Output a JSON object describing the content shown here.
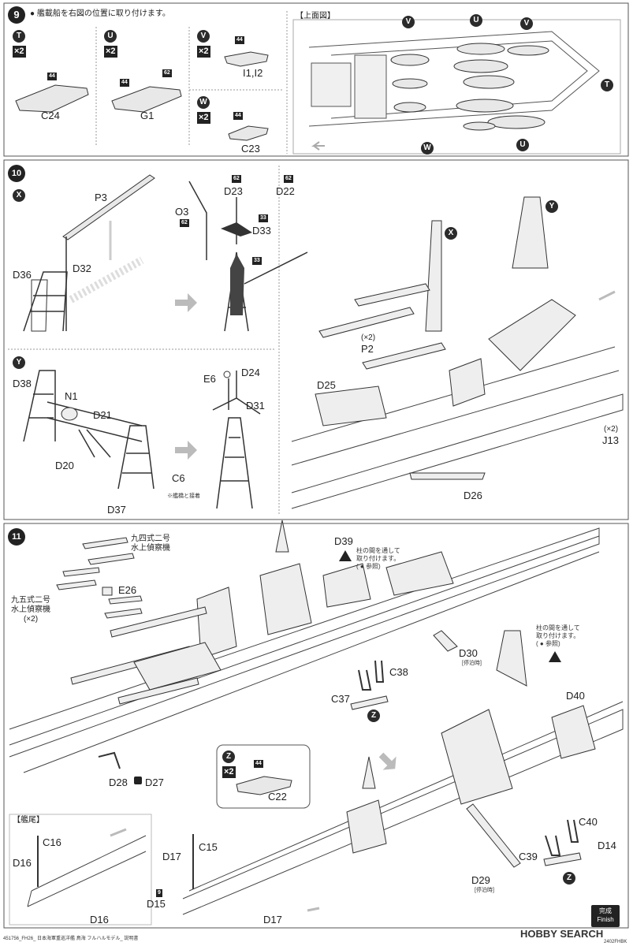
{
  "step9": {
    "number": "9",
    "instruction": "艦載船を右図の位置に取り付けます。",
    "top_view_label": "【上面図】",
    "parts": [
      {
        "marker": "T",
        "qty": "×2",
        "num": "44",
        "name": "C24"
      },
      {
        "marker": "U",
        "qty": "×2",
        "num1": "44",
        "num2": "62",
        "name": "G1"
      },
      {
        "marker": "V",
        "qty": "×2",
        "num": "44",
        "name": "I1,I2"
      },
      {
        "marker": "W",
        "qty": "×2",
        "num": "44",
        "name": "C23"
      }
    ],
    "callouts": [
      "V",
      "U",
      "V",
      "T",
      "W",
      "U"
    ]
  },
  "step10": {
    "number": "10",
    "sub_x": "X",
    "sub_y": "Y",
    "labels": {
      "p3": "P3",
      "d32": "D32",
      "d36": "D36",
      "o3": "O3",
      "o3_num": "62",
      "d23": "D23",
      "d23_num": "62",
      "d22": "D22",
      "d22_num": "62",
      "d33": "D33",
      "d33_num": "33",
      "n33": "33",
      "d38": "D38",
      "n1": "N1",
      "d21": "D21",
      "d20": "D20",
      "d37": "D37",
      "e6": "E6",
      "d24": "D24",
      "d31": "D31",
      "c6": "C6",
      "note": "※艦橋と接着",
      "d25": "D25",
      "p2": "P2",
      "p2qty": "(×2)",
      "j13": "J13",
      "j13qty": "(×2)",
      "d26": "D26",
      "callout_x": "X",
      "callout_y": "Y"
    }
  },
  "step11": {
    "number": "11",
    "plane1": "九四式二号\n水上偵察機",
    "plane2": "九五式二号\n水上偵察機\n(×2)",
    "e26": "E26",
    "d39": "D39",
    "note1": "柱の間を通して\n取り付けます。\n( ● 参照)",
    "d30": "D30",
    "d30_sub": "[停泊時]",
    "c38": "C38",
    "c37": "C37",
    "z": "Z",
    "d28": "D28",
    "d27": "D27",
    "z_box": {
      "marker": "Z",
      "qty": "×2",
      "num": "44",
      "name": "C22"
    },
    "note2": "柱の間を通して\n取り付けます。\n( ● 参照)",
    "d40": "D40",
    "stern_label": "【艦尾】",
    "c16": "C16",
    "d16a": "D16",
    "d16b": "D16",
    "d17a": "D17",
    "c15": "C15",
    "d15": "D15",
    "d15_num": "9",
    "d17b": "D17",
    "c40": "C40",
    "d14": "D14",
    "c39": "C39",
    "d29": "D29",
    "d29_sub": "[停泊時]",
    "z2": "Z"
  },
  "footer": {
    "left_text": "451756_FH26_ 日本海軍重巡洋艦 鳥海 フルハルモデル_ 説明書",
    "finish_jp": "完成",
    "finish_en": "Finish",
    "watermark": "HOBBY SEARCH",
    "code": "2402FHBK"
  }
}
